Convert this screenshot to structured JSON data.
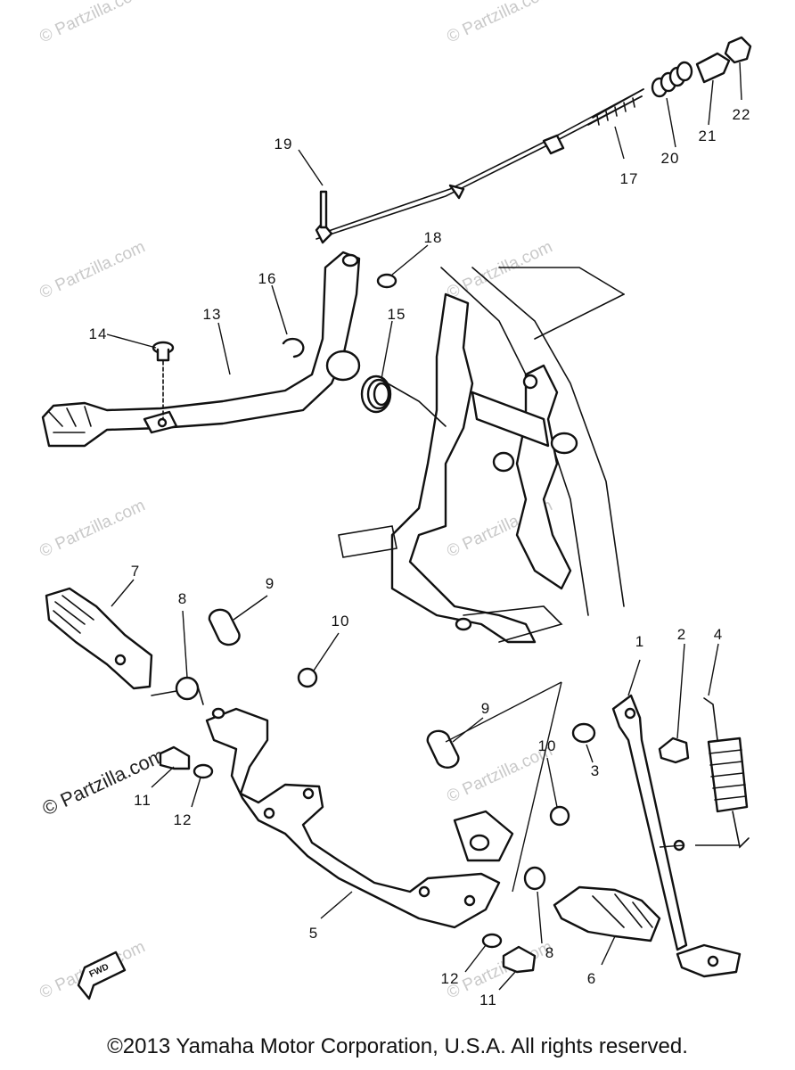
{
  "watermarks": [
    "© Partzilla.com",
    "© Partzilla.com",
    "© Partzilla.com",
    "© Partzilla.com",
    "© Partzilla.com",
    "© Partzilla.com",
    "© Partzilla.com",
    "© Partzilla.com",
    "© Partzilla.com",
    "© Partzilla.com"
  ],
  "callouts": [
    "1",
    "2",
    "3",
    "4",
    "5",
    "6",
    "7",
    "8",
    "8",
    "9",
    "9",
    "10",
    "10",
    "11",
    "11",
    "12",
    "12",
    "13",
    "14",
    "15",
    "16",
    "17",
    "18",
    "19",
    "20",
    "21",
    "22"
  ],
  "fwd_label": "FWD",
  "copyright": "©2013 Yamaha Motor Corporation, U.S.A. All rights reserved."
}
